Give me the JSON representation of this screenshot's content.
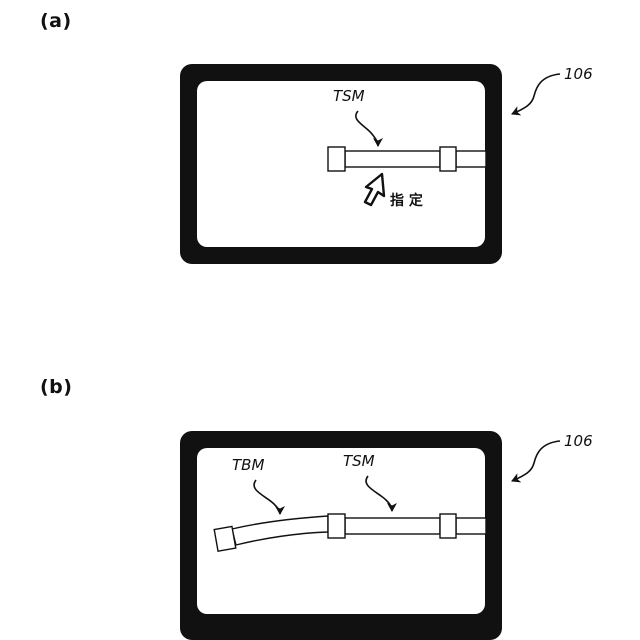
{
  "panels": {
    "a": {
      "label": "(a)",
      "ref_number": "106",
      "tsm_label": "TSM",
      "designate_label": "指 定"
    },
    "b": {
      "label": "(b)",
      "ref_number": "106",
      "tbm_label": "TBM",
      "tsm_label": "TSM"
    }
  },
  "icons": {
    "pointer": "arrow-cursor-icon"
  },
  "colors": {
    "frame": "#111111",
    "screen": "#ffffff",
    "line": "#111111"
  }
}
